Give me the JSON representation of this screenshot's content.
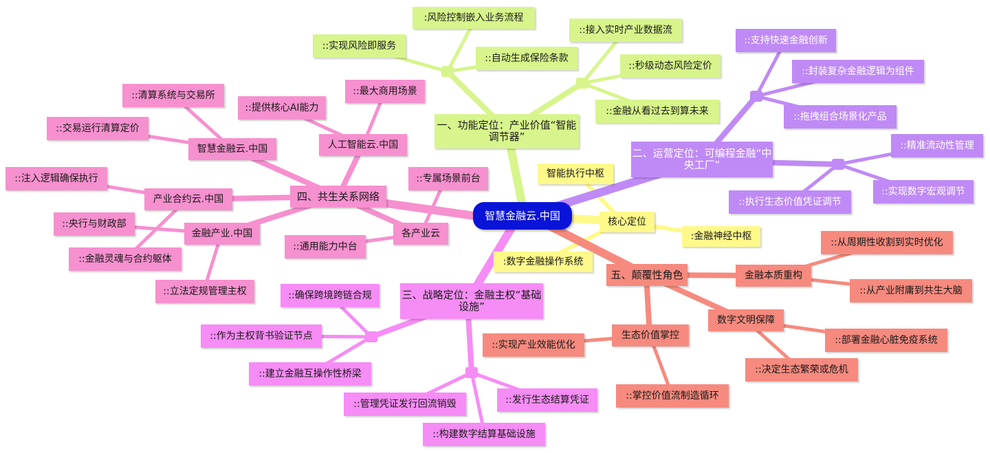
{
  "root": "智慧金融云.中国",
  "core": {
    "label": "核心定位",
    "items": [
      "智能执行中枢",
      ":金融神经中枢",
      ":数字金融操作系统"
    ]
  },
  "function": {
    "label": "一、功能定位：产业价值“智能调节器”",
    "group_a": [
      ":风险控制嵌入业务流程",
      "::实现风险即服务",
      "::自动生成保险条款"
    ],
    "group_b": [
      "::接入实时产业数据流",
      "::秒级动态风险定价",
      "::金融从看过去到算未来"
    ]
  },
  "operation": {
    "label": "二、运营定位：可编程金融“中央工厂”",
    "group_a": [
      "::支持快速金融创新",
      "::封装复杂金融逻辑为组件",
      "::拖拽组合场景化产品"
    ],
    "group_b": [
      "::精准流动性管理",
      "::实现数字宏观调节",
      "::执行生态价值凭证调节"
    ]
  },
  "strategy": {
    "label": "三、战略定位：金融主权“基础设施”",
    "group_a": [
      "::确保跨境跨链合规",
      "::作为主权背书验证节点",
      "::建立金融互操作性桥梁"
    ],
    "group_b": [
      "::管理凭证发行回流销毁",
      "::发行生态结算凭证",
      "::构建数字结算基础设施"
    ]
  },
  "network": {
    "label": "四、共生关系网络",
    "ai_cloud": {
      "label": "人工智能云.中国",
      "items": [
        "::提供核心AI能力",
        "::最大商用场景"
      ]
    },
    "fin_cloud": {
      "label": "智慧金融云.中国",
      "items": [
        "::清算系统与交易所",
        "::交易运行清算定价"
      ]
    },
    "contract_cloud": {
      "label": "产业合约云.中国",
      "items": [
        "::注入逻辑确保执行"
      ]
    },
    "fin_industry": {
      "label": "金融产业.中国",
      "items": [
        "::央行与财政部",
        "::金融灵魂与合约躯体",
        "::立法定规管理主权"
      ]
    },
    "industry_clouds": {
      "label": "各产业云",
      "items": [
        "::专属场景前台",
        "::通用能力中台"
      ]
    }
  },
  "disrupt": {
    "label": "五、颠覆性角色",
    "essence": {
      "label": "金融本质重构",
      "items": [
        "::从周期性收割到实时优化",
        "::从产业附庸到共生大脑"
      ]
    },
    "civil": {
      "label": "数字文明保障",
      "items": [
        "::部署金融心脏免疫系统",
        "::决定生态繁荣或危机"
      ]
    },
    "eco": {
      "label": "生态价值掌控",
      "items": [
        "::实现产业效能优化",
        "::掌控价值流制造循环"
      ]
    }
  },
  "colors": {
    "root": "#0a14d8",
    "core": "#fff98a",
    "function": "#d7f58c",
    "operation": "#bf8af5",
    "strategy": "#f68cf5",
    "network": "#f690cf",
    "disrupt": "#f68a7e"
  }
}
